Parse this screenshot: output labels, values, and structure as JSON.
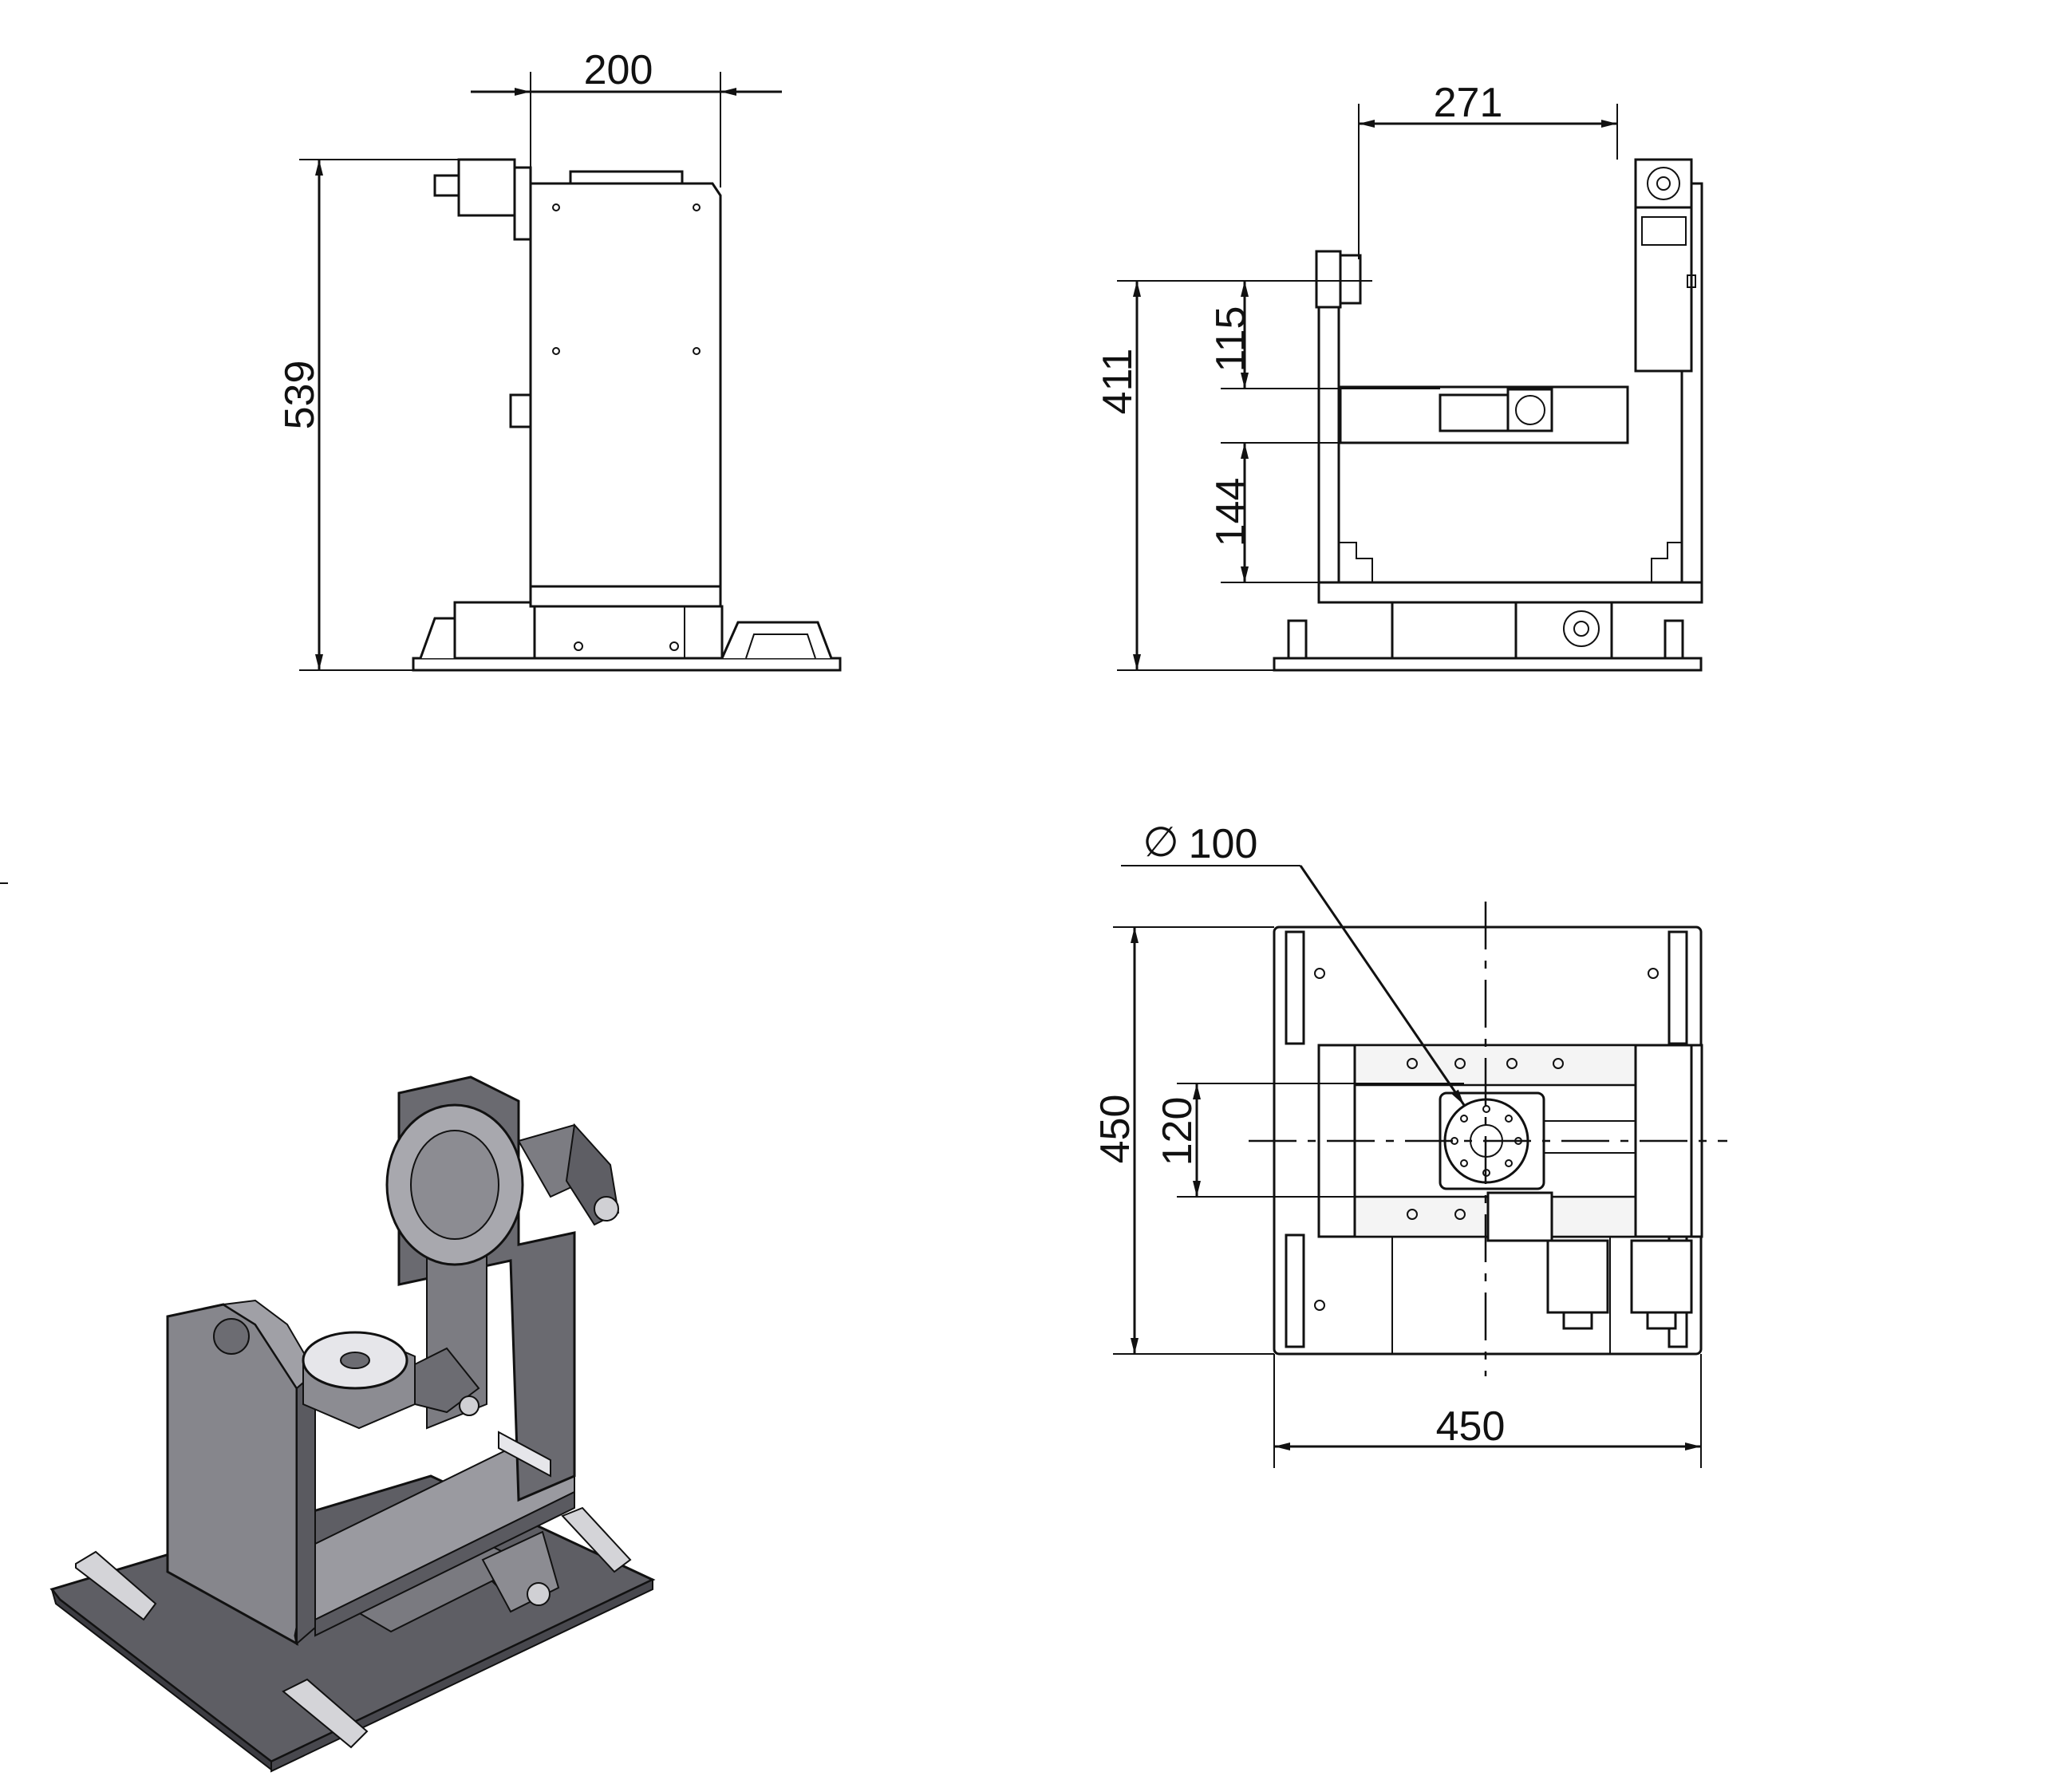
{
  "drawing": {
    "views": {
      "side_view": {
        "dim_width": "200",
        "dim_height": "539"
      },
      "front_view": {
        "dim_width": "271",
        "dim_total_height": "411",
        "dim_upper_offset": "115",
        "dim_lower_offset": "144"
      },
      "top_view": {
        "dim_diameter_symbol": "∅",
        "dim_diameter": "100",
        "dim_table_height": "120",
        "dim_height": "450",
        "dim_width": "450"
      },
      "isometric_view": {}
    },
    "colors": {
      "line": "#111111",
      "body_dark": "#6a6a70",
      "body_mid": "#8c8c92",
      "body_light": "#b4b4ba",
      "plate": "#5a5a60"
    }
  }
}
